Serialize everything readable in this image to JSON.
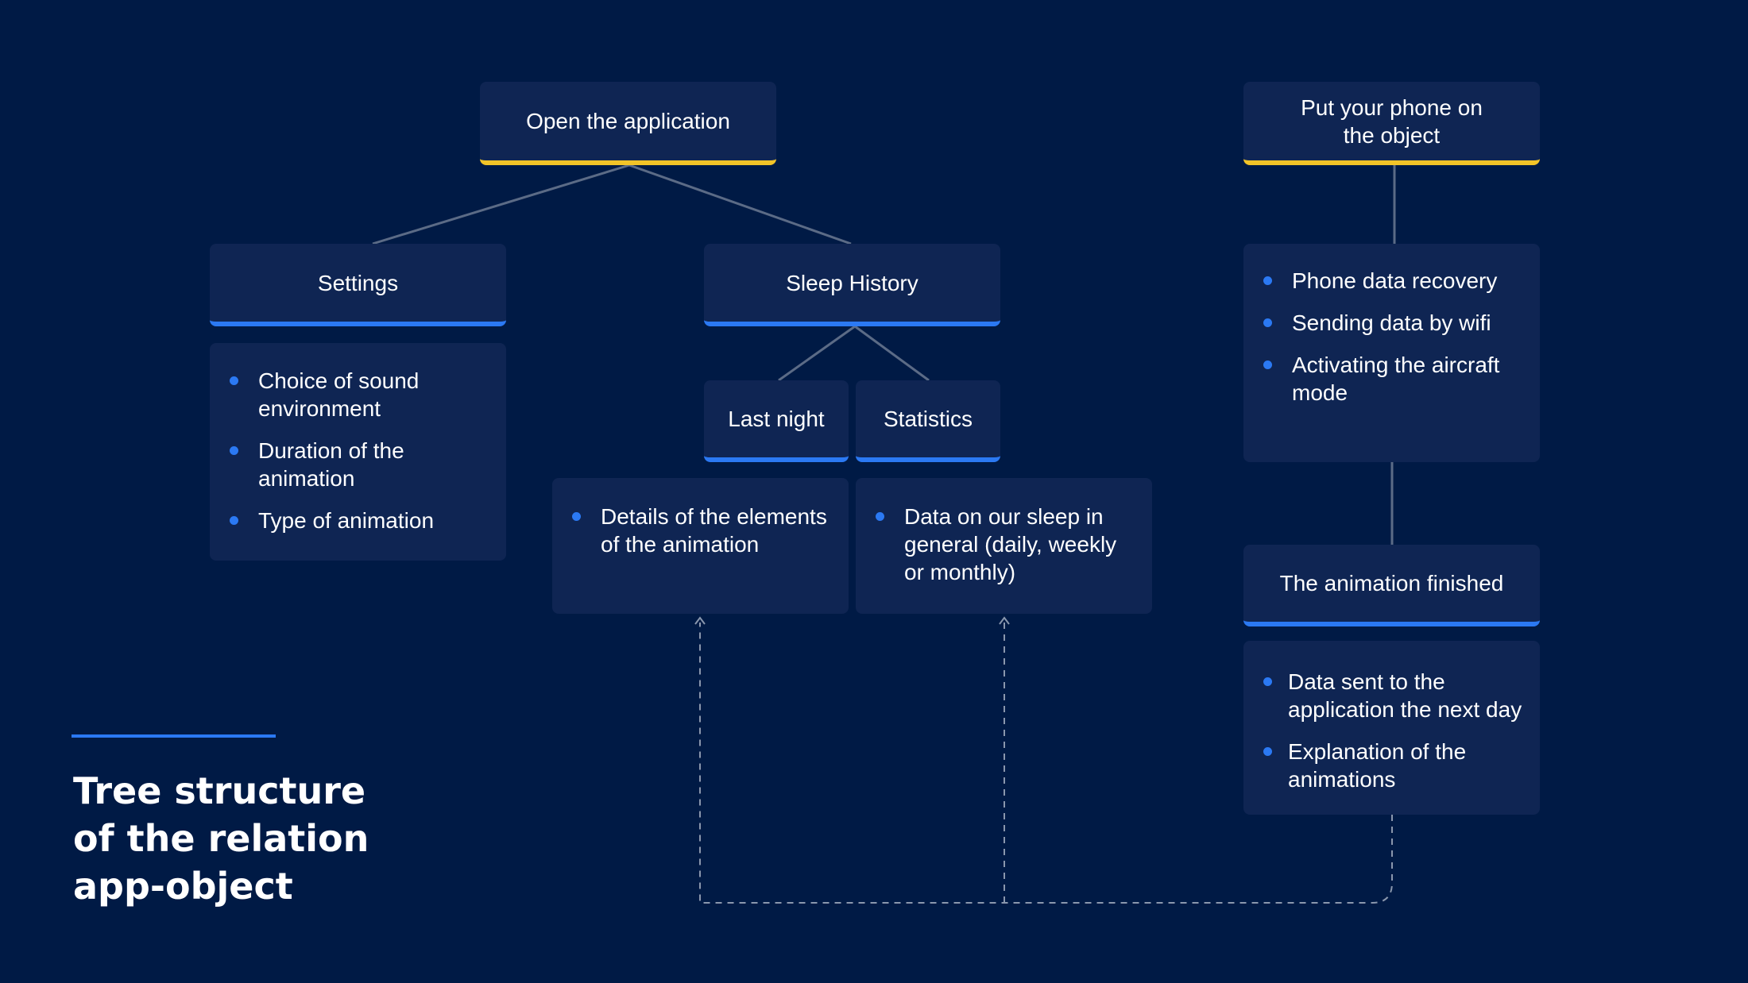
{
  "nodes": {
    "open_app": "Open the application",
    "put_phone": "Put your phone on the object",
    "settings": "Settings",
    "sleep_history": "Sleep History",
    "last_night": "Last night",
    "statistics": "Statistics",
    "animation_finished": "The animation finished"
  },
  "lists": {
    "settings": [
      "Choice of sound environment",
      "Duration of the animation",
      "Type of animation"
    ],
    "last_night": [
      "Details of the elements of the animation"
    ],
    "statistics": [
      "Data on our sleep in general (daily, weekly or monthly)"
    ],
    "phone": [
      "Phone data recovery",
      "Sending data by wifi",
      "Activating the aircraft mode"
    ],
    "animation": [
      "Data sent to the application the next day",
      "Explanation of the animations"
    ]
  },
  "title": {
    "line1": "Tree structure",
    "line2": "of the relation",
    "line3": "app-object"
  },
  "colors": {
    "background": "#001a45",
    "box": "#0f2553",
    "accent_yellow": "#f2c428",
    "accent_blue": "#2b79f3",
    "connector": "#5b6b86"
  }
}
